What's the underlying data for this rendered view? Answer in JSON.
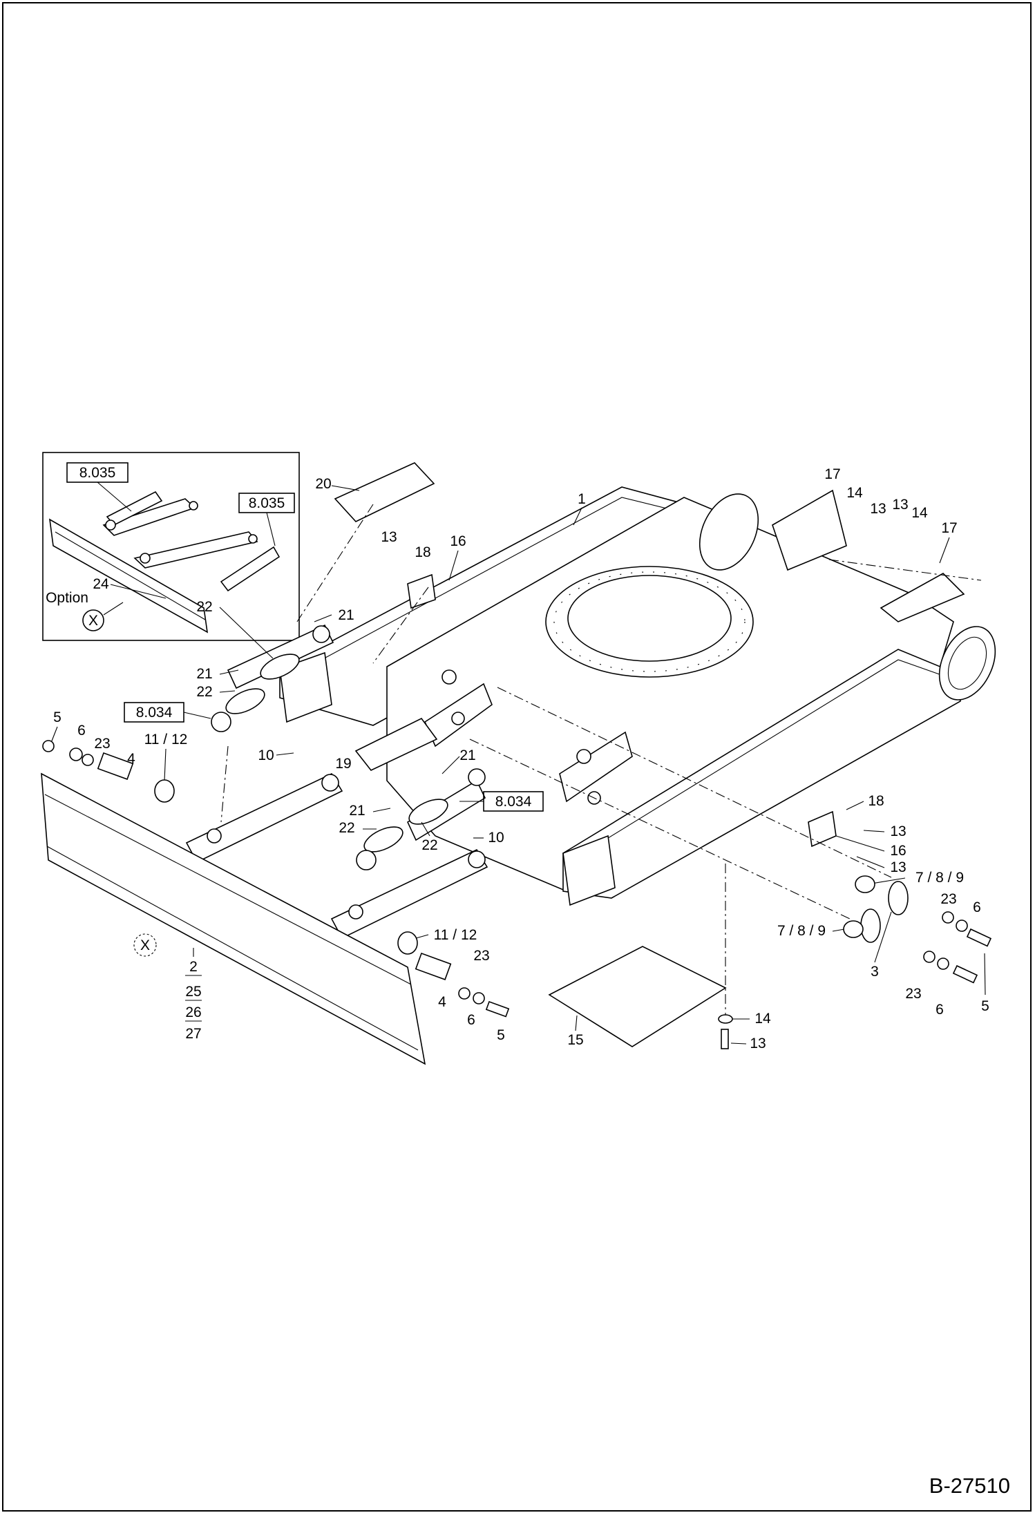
{
  "document": {
    "sheet_number": "B-27510"
  },
  "inset": {
    "ref_left": "8.035",
    "ref_right": "8.035",
    "item": "24",
    "option": "Option",
    "view_marker": "X"
  },
  "callouts": {
    "c1": "1",
    "c2": "2",
    "c25": "25",
    "c26": "26",
    "c27": "27",
    "c3": "3",
    "c4a": "4",
    "c4b": "4",
    "c5a": "5",
    "c5b": "5",
    "c5c": "5",
    "c6a": "6",
    "c6b": "6",
    "c6c": "6",
    "c6d": "6",
    "c789a": "7 / 8 / 9",
    "c789b": "7 / 8 / 9",
    "c10a": "10",
    "c10b": "10",
    "c1112a": "11 / 12",
    "c1112b": "11 / 12",
    "c13a": "13",
    "c13b": "13",
    "c13c": "13",
    "c13d": "13",
    "c13e": "13",
    "c13f": "13",
    "c14a": "14",
    "c14b": "14",
    "c14c": "14",
    "c15": "15",
    "c16a": "16",
    "c16b": "16",
    "c17a": "17",
    "c17b": "17",
    "c18a": "18",
    "c18b": "18",
    "c19": "19",
    "c20": "20",
    "c21a": "21",
    "c21b": "21",
    "c21c": "21",
    "c21d": "21",
    "c22a": "22",
    "c22b": "22",
    "c22c": "22",
    "c22d": "22",
    "c23a": "23",
    "c23b": "23",
    "c23c": "23",
    "c23d": "23",
    "ref8034a": "8.034",
    "ref8034b": "8.034",
    "viewX": "X"
  }
}
